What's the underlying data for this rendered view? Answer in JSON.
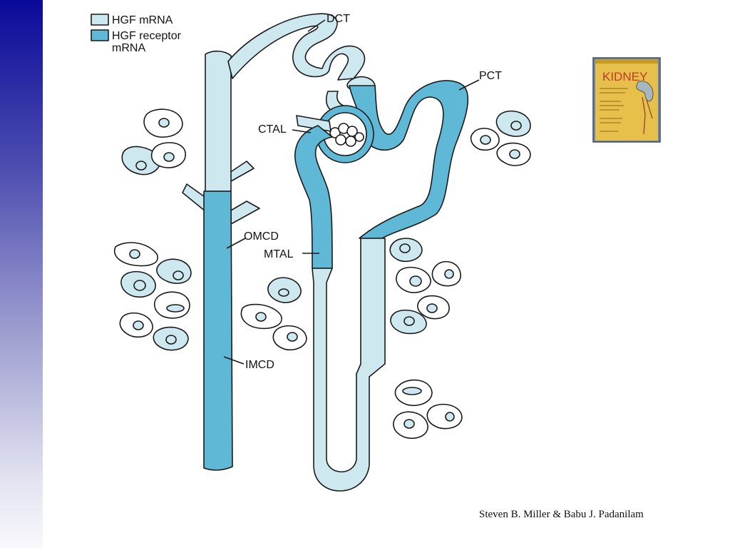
{
  "legend": {
    "items": [
      {
        "label": "HGF mRNA",
        "color": "#cde9ef"
      },
      {
        "label_line1": "HGF receptor",
        "label_line2": "mRNA",
        "color": "#5fb9d6"
      }
    ]
  },
  "labels": {
    "dct": "DCT",
    "pct": "PCT",
    "ctal": "CTAL",
    "omcd": "OMCD",
    "mtal": "MTAL",
    "imcd": "IMCD"
  },
  "book": {
    "title": "KIDNEY",
    "colors": {
      "cover": "#e6c04a",
      "title": "#c0392b"
    }
  },
  "credit": "Steven B. Miller & Babu J. Padanilam",
  "colors": {
    "light": "#cde9ef",
    "dark": "#5fb9d6",
    "outline": "#1a1a1a"
  }
}
